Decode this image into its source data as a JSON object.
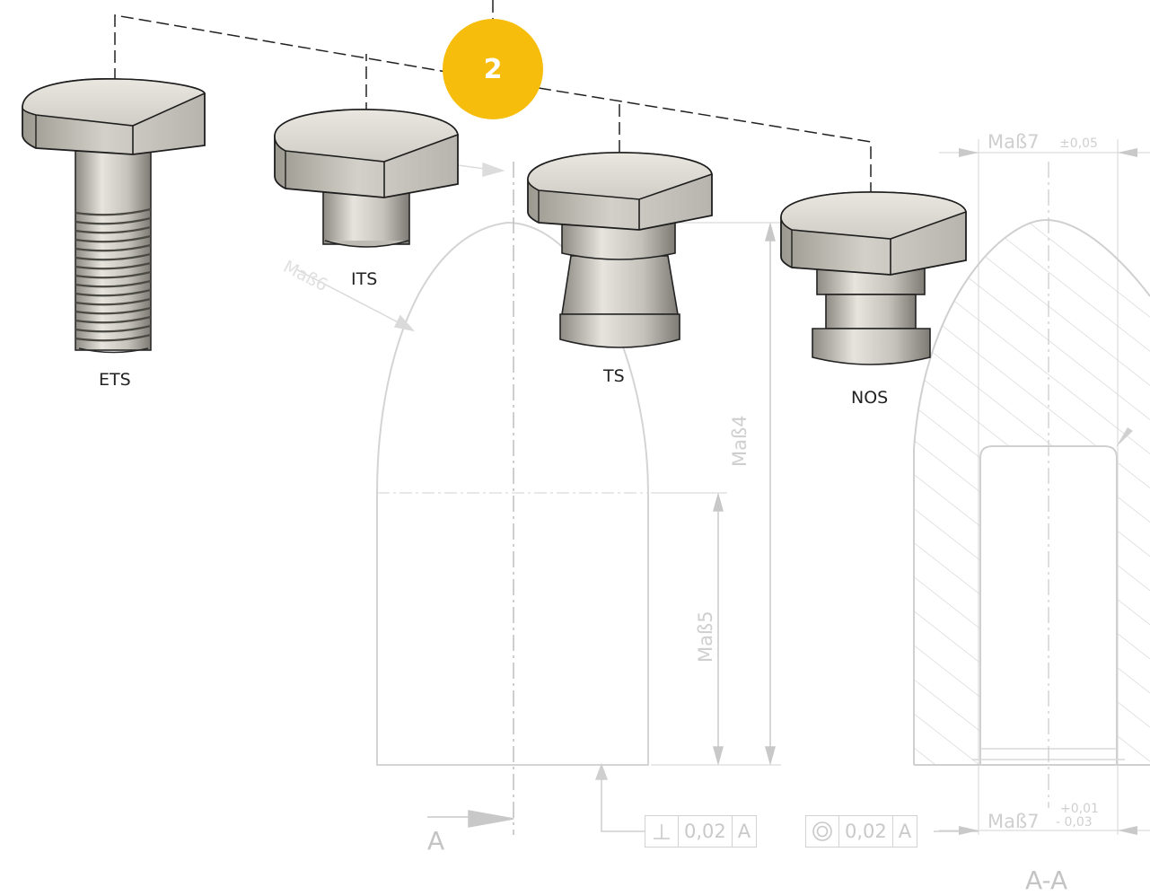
{
  "callout": {
    "number": "2",
    "color": "#f6bd0d"
  },
  "parts": [
    {
      "id": "ets",
      "label": "ETS"
    },
    {
      "id": "its",
      "label": "ITS"
    },
    {
      "id": "ts",
      "label": "TS"
    },
    {
      "id": "nos",
      "label": "NOS"
    }
  ],
  "drawing": {
    "dim_mass6": "Maß6",
    "dim_mass4": "Maß4",
    "dim_mass5": "Maß5",
    "dim_mass7_top": "Maß7",
    "tol_top": "±0,05",
    "dim_mass7_bottom": "Maß7",
    "tol_bottom_upper": "+0,01",
    "tol_bottom_lower": "- 0,03",
    "view_marker": "A",
    "section_label": "A-A",
    "fcf_perp": {
      "value": "0,02",
      "datum": "A",
      "symbol": "perpendicularity-icon"
    },
    "fcf_conc": {
      "value": "0,02",
      "datum": "A",
      "symbol": "concentricity-icon"
    }
  },
  "colors": {
    "metal_light": "#dcdad3",
    "metal_dark": "#8f8d85",
    "line_faint": "#d6d6d6"
  }
}
